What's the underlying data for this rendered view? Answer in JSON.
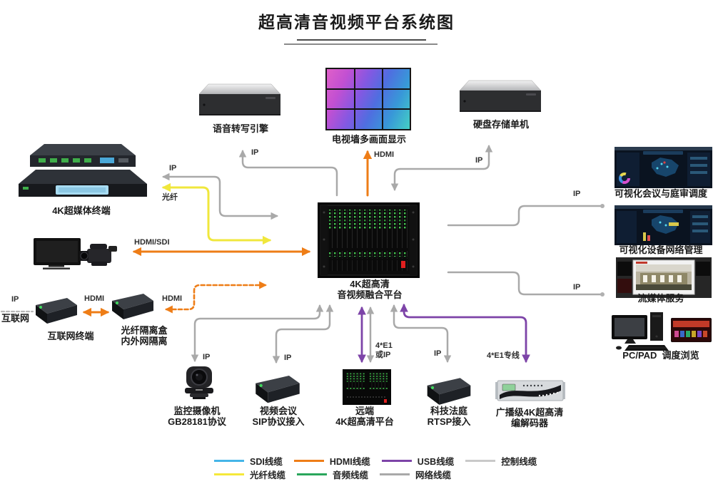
{
  "title": "超高清音视频平台系统图",
  "nodes": {
    "voice_engine": "语音转写引擎",
    "tv_wall": "电视墙多画面显示",
    "disk_storage": "硬盘存储单机",
    "media_terminal": "4K超媒体终端",
    "platform_line1": "4K超高清",
    "platform_line2": "音视频融合平台",
    "internet": "互联网",
    "internet_terminal": "互联网终端",
    "fiber_box_line1": "光纤隔离盒",
    "fiber_box_line2": "内外网隔离",
    "monitor_cam_line1": "监控摄像机",
    "monitor_cam_line2": "GB28181协议",
    "sip_line1": "视频会议",
    "sip_line2": "SIP协议接入",
    "remote_line1": "远端",
    "remote_line2": "4K超高清平台",
    "court_line1": "科技法庭",
    "court_line2": "RTSP接入",
    "codec_line1": "广播级4K超高清",
    "codec_line2": "编解码器",
    "vis_meeting": "可视化会议与庭审调度",
    "vis_network": "可视化设备网络管理",
    "streaming": "流媒体服务",
    "pc_pad": "PC/PAD  调度浏览"
  },
  "edge_labels": {
    "voice_ip": "IP",
    "tvwall_hdmi": "HDMI",
    "storage_ip": "IP",
    "terminal_ip": "IP",
    "terminal_fiber": "光纤",
    "hdmi_sdi": "HDMI/SDI",
    "internet_ip": "IP",
    "internet_hdmi": "HDMI",
    "isolation_hdmi": "HDMI",
    "cam_ip": "IP",
    "sip_ip": "IP",
    "e1_line1": "4*E1",
    "e1_line2": "或IP",
    "court_ip": "IP",
    "codec_e1": "4*E1专线",
    "right_top_ip": "IP",
    "right_bottom_ip": "IP"
  },
  "legend": {
    "row1": [
      {
        "label": "SDI线缆",
        "color": "#45b5e8"
      },
      {
        "label": "HDMI线缆",
        "color": "#ee7d17"
      },
      {
        "label": "USB线缆",
        "color": "#7d44a8"
      },
      {
        "label": "控制线缆",
        "color": "#c9c9c9"
      }
    ],
    "row2": [
      {
        "label": "光纤线缆",
        "color": "#f5e83a"
      },
      {
        "label": "音频线缆",
        "color": "#2aa65c"
      },
      {
        "label": "网络线缆",
        "color": "#a9a9a9"
      }
    ]
  },
  "colors": {
    "line_gray": "#a9a9a9",
    "line_orange": "#ee7d17",
    "line_yellow": "#f0e73c",
    "line_purple": "#7d44a8"
  }
}
